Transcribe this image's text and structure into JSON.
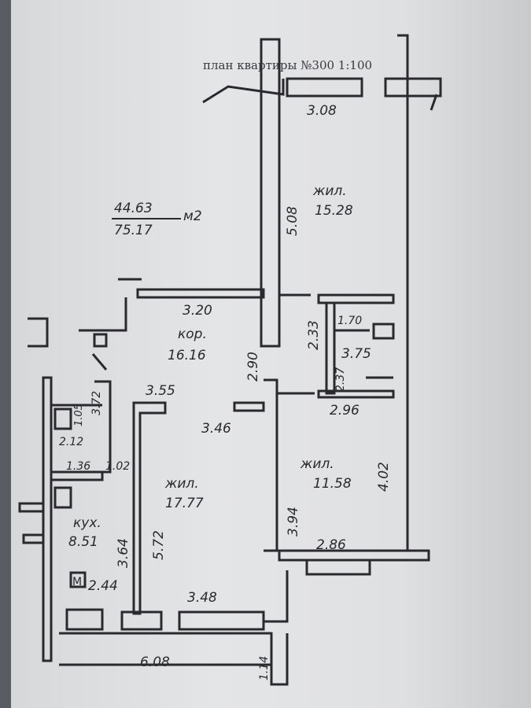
{
  "plan": {
    "title": "план квартиры №300 1:100",
    "area_living": "44.63",
    "area_total": "75.17",
    "area_unit": "м2"
  },
  "rooms": {
    "living_top": {
      "type": "жил.",
      "area": "15.28"
    },
    "corridor": {
      "type": "кор.",
      "area": "16.16"
    },
    "living_right": {
      "type": "жил.",
      "area": "11.58"
    },
    "living_left": {
      "type": "жил.",
      "area": "17.77"
    },
    "kitchen": {
      "type": "кух.",
      "area": "8.51"
    }
  },
  "dims": {
    "top_window": "3.08",
    "living_top_len": "5.08",
    "corridor_w": "3.20",
    "corridor_h": "2.90",
    "cl_a": "2.33",
    "cl_b": "1.70",
    "cl_c": "3.75",
    "cl_d": "2.37",
    "right_w": "2.96",
    "left_w": "3.55",
    "door_len": "3.46",
    "right_h": "4.02",
    "right_side": "3.94",
    "right_bottom": "2.86",
    "left_h": "5.72",
    "left_bottom": "3.48",
    "kitchen_v": "3.64",
    "bath_v": "3.72",
    "wc_a": "2.12",
    "wc_b": "1.36",
    "bath_dim": "1.02",
    "balcony_m": "2.44",
    "balcony_w": "6.08",
    "balcony_d": "1.14",
    "wc_small": "1.05"
  },
  "symbols": {
    "meter_letter": "М"
  },
  "colors": {
    "ink": "#2a2a2e",
    "paper": "#dfe0e2",
    "background": "#5a5c63"
  }
}
